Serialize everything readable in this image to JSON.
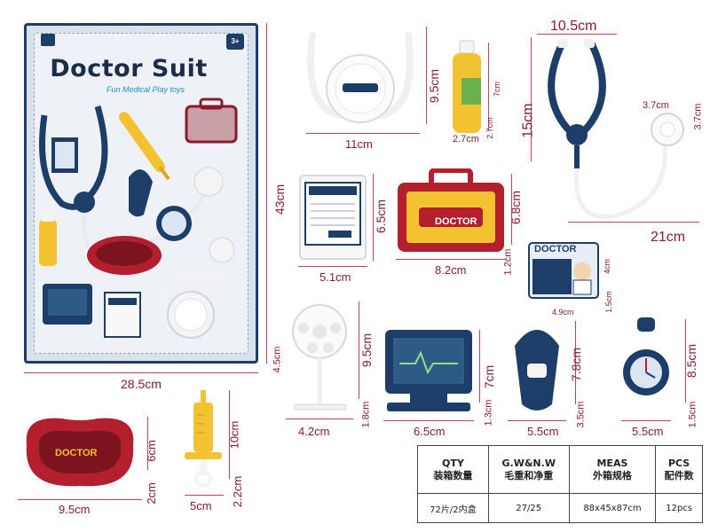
{
  "colors": {
    "navy": "#1e3e6a",
    "red": "#b31f2c",
    "yellow": "#f2c230",
    "white": "#ffffff",
    "dimension": "#8a1a2e"
  },
  "package": {
    "title": "Doctor Suit",
    "subtitle": "Fun Medical Play toys",
    "age_badge": "3+",
    "width": "28.5cm",
    "height": "43cm",
    "depth": "4.5cm"
  },
  "items": {
    "headset": {
      "width": "11cm",
      "height": "9.5cm"
    },
    "bottle": {
      "width": "2.7cm",
      "depth": "2.7cm",
      "height": "7cm"
    },
    "stethoscope": {
      "top": "10.5cm",
      "left": "15cm",
      "bottom": "21cm",
      "chest_w": "3.7cm",
      "chest_h": "3.7cm"
    },
    "id_card": {
      "width": "5.1cm",
      "height": "6.5cm"
    },
    "medkit": {
      "width": "8.2cm",
      "height": "6.8cm",
      "depth": "1.2cm",
      "label": "DOCTOR"
    },
    "badge": {
      "width": "4.9cm",
      "height": "4cm",
      "depth": "1.5cm",
      "label": "DOCTOR"
    },
    "mirror": {
      "width": "4.2cm",
      "height": "9.5cm",
      "depth": "1.8cm"
    },
    "monitor": {
      "width": "6.5cm",
      "height": "7cm",
      "depth": "1.3cm"
    },
    "otoscope": {
      "width": "5.5cm",
      "height": "7.8cm",
      "depth": "3.5cm"
    },
    "watch": {
      "width": "5.5cm",
      "height": "8.5cm",
      "depth": "1.5cm"
    },
    "tray": {
      "width": "9.5cm",
      "height": "6cm",
      "depth": "2cm",
      "label": "DOCTOR"
    },
    "syringe": {
      "width": "5cm",
      "height": "10cm",
      "depth": "2.2cm"
    }
  },
  "spec_table": {
    "headers": [
      {
        "en": "QTY",
        "zh": "装箱数量"
      },
      {
        "en": "G.W&N.W",
        "zh": "毛重和净重"
      },
      {
        "en": "MEAS",
        "zh": "外箱规格"
      },
      {
        "en": "PCS",
        "zh": "配件数"
      }
    ],
    "values": [
      "72片/2内盒",
      "27/25",
      "88x45x87cm",
      "12pcs"
    ]
  }
}
